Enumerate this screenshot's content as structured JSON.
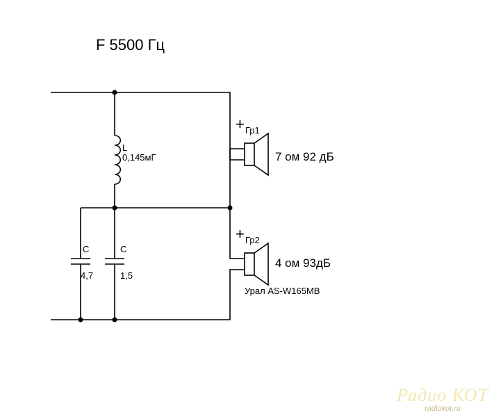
{
  "title": "F 5500 Гц",
  "inductor": {
    "ref": "L",
    "value": "0,145мГ"
  },
  "capacitor1": {
    "ref": "C",
    "value": "4,7"
  },
  "capacitor2": {
    "ref": "C",
    "value": "1,5"
  },
  "speaker1": {
    "polarity": "+",
    "ref": "Гр1",
    "spec": "7 ом 92 дБ"
  },
  "speaker2": {
    "polarity": "+",
    "ref": "Гр2",
    "spec": "4 ом 93дБ",
    "model": "Урал AS-W165MB"
  },
  "watermark": {
    "main": "Радио КОТ",
    "sub": "radiokot.ru"
  },
  "colors": {
    "line": "#000000",
    "background": "#ffffff",
    "watermark": "#f3e7b0"
  }
}
